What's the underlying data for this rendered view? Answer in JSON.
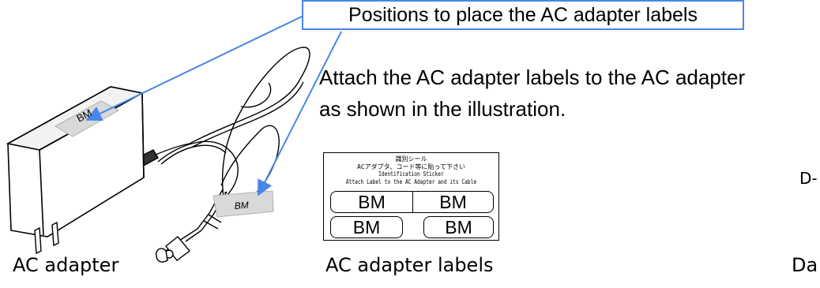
{
  "callout": {
    "text": "Positions to place the AC adapter labels"
  },
  "instructions": {
    "line1": "Attach the AC adapter labels to the AC adapter",
    "line2": "as shown in the illustration."
  },
  "adapter": {
    "body_label": "BM",
    "cord_tag_label": "BM"
  },
  "label_sheet": {
    "title_jp": "識別シール",
    "subtitle_jp": "ACアダプタ、コード等に貼って下さい",
    "title_en": "Identification Sticker",
    "subtitle_en": "Attach Label to the AC Adapter and its Cable",
    "labels": [
      "BM",
      "BM",
      "BM",
      "BM"
    ]
  },
  "captions": {
    "adapter": "AC adapter",
    "labels": "AC adapter labels",
    "right_top": "D-",
    "right_bottom": "Da"
  },
  "colors": {
    "callout_border": "#4a86e8",
    "arrow": "#4a86e8",
    "label_fill": "#d9d9d9"
  }
}
